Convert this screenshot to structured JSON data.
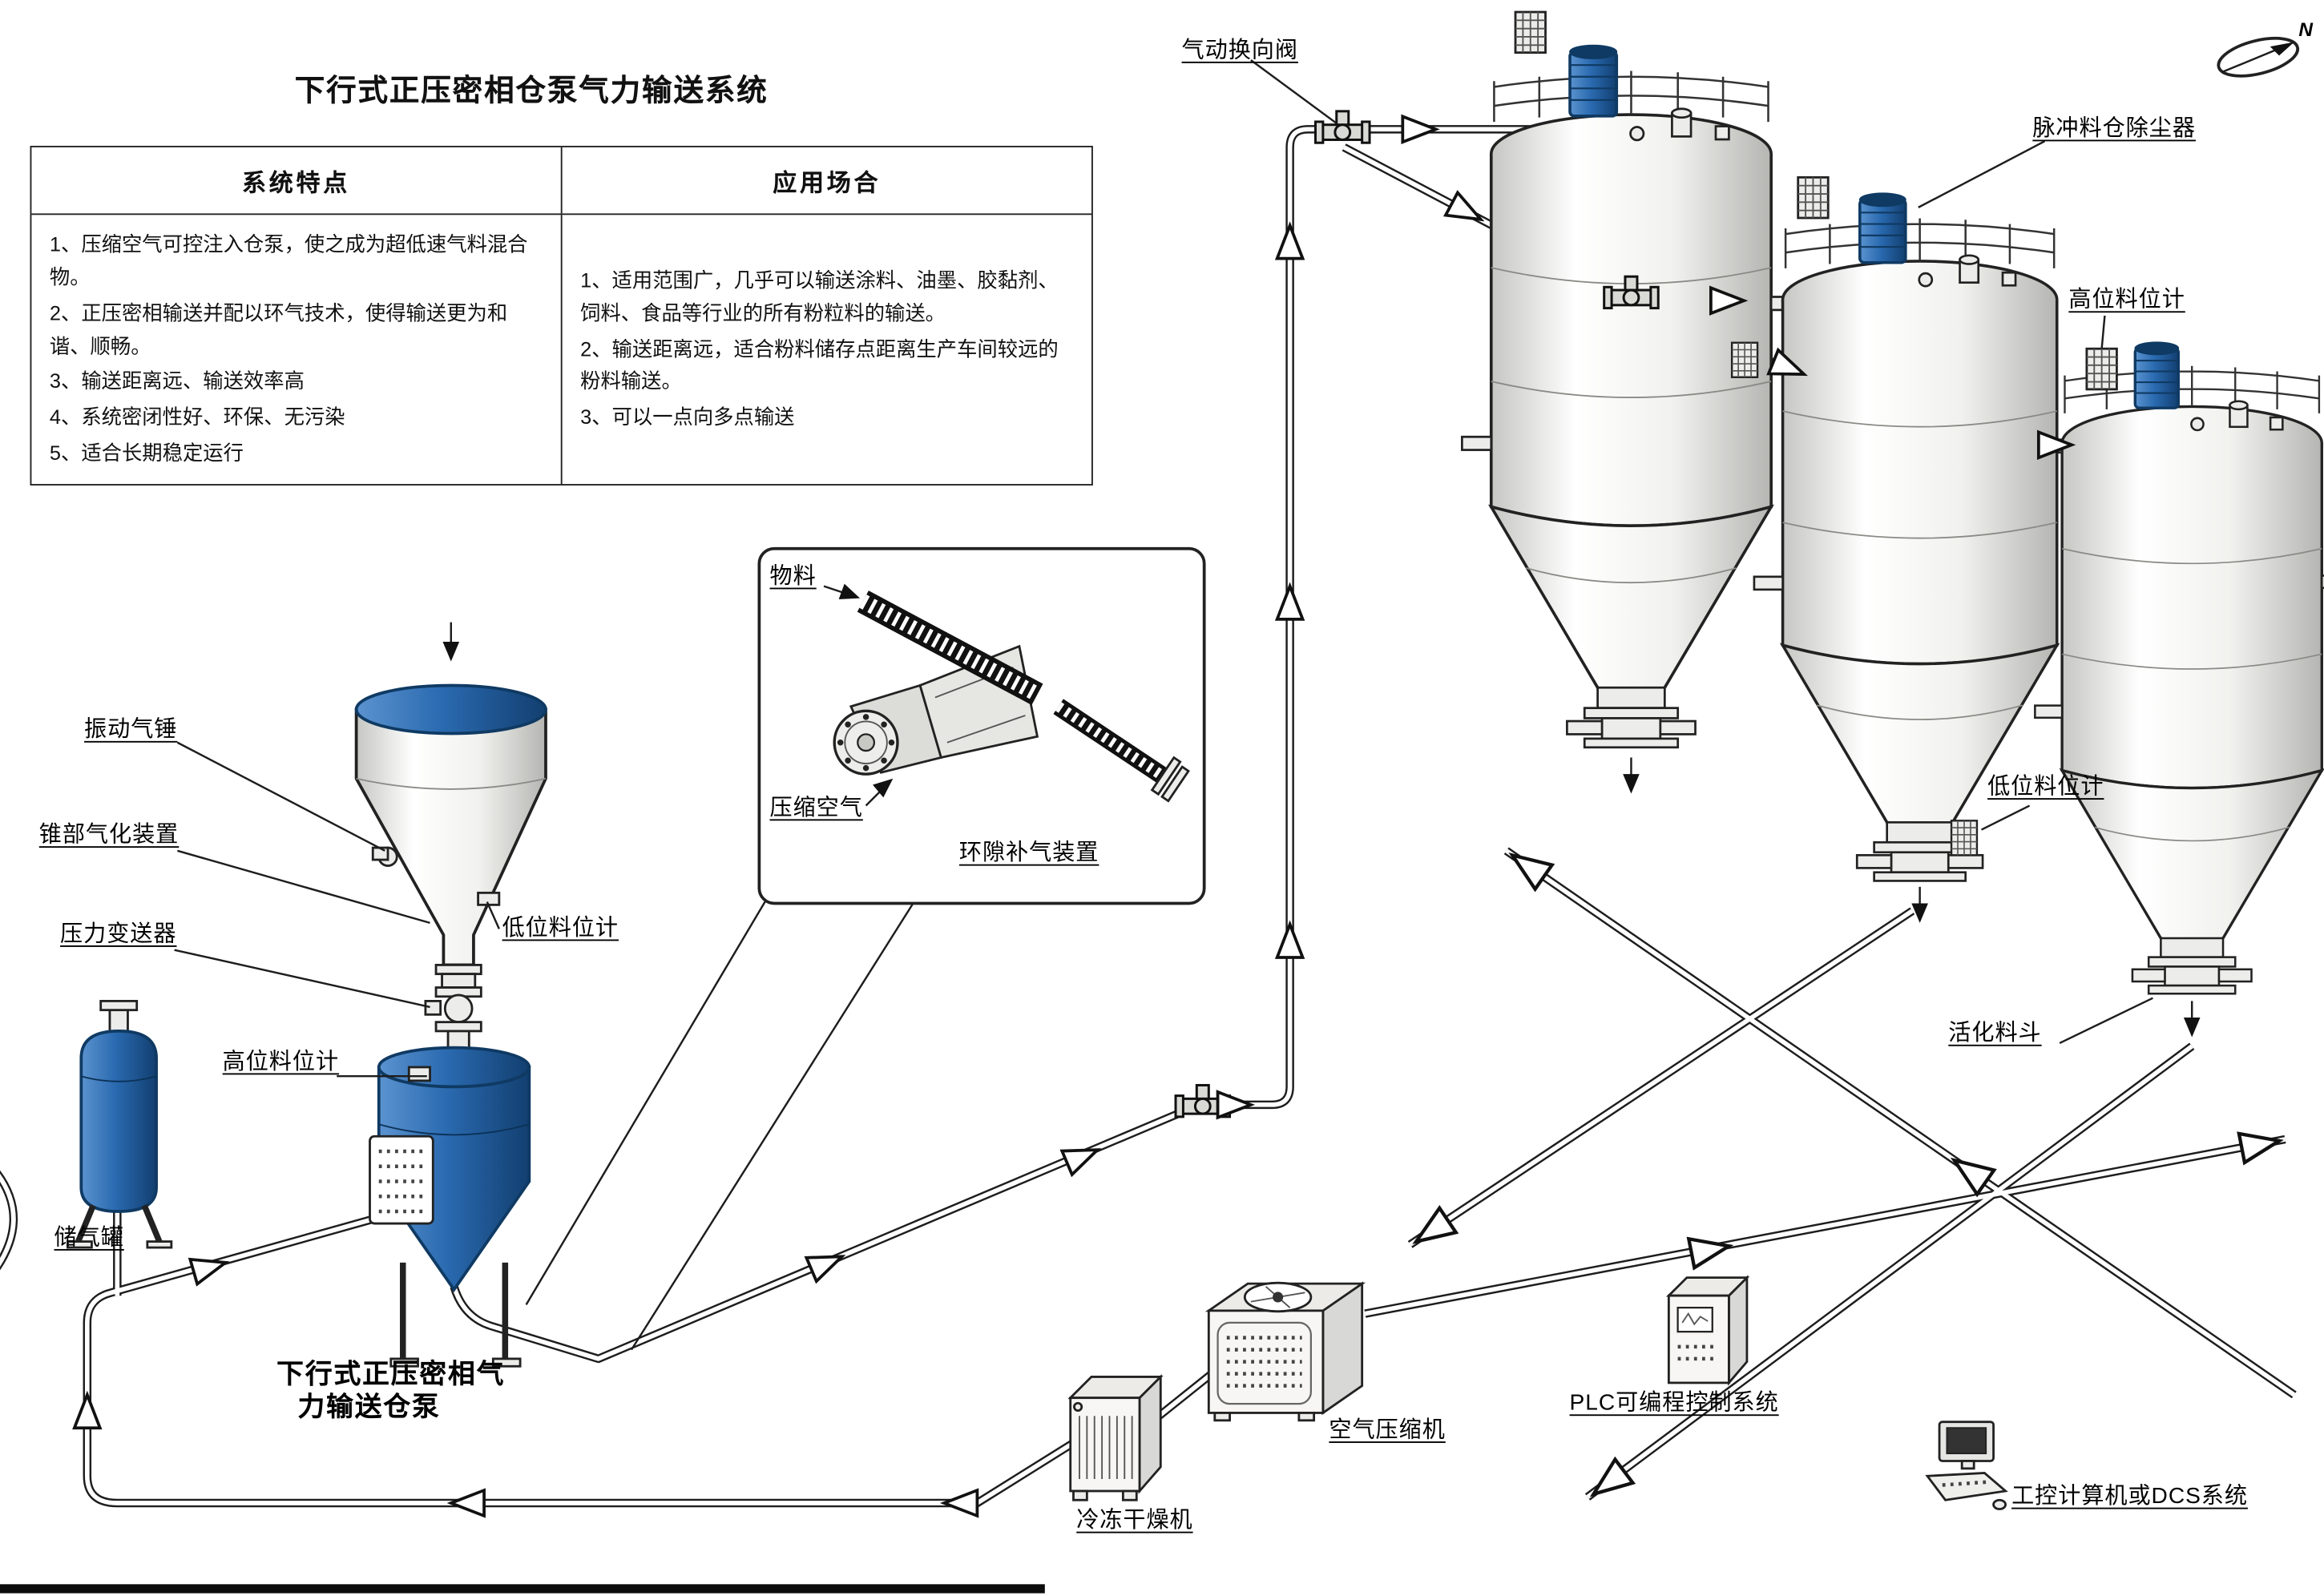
{
  "title": "下行式正压密相仓泵气力输送系统",
  "compass": {
    "north": "N"
  },
  "info_table": {
    "col1_header": "系统特点",
    "col2_header": "应用场合",
    "col1_items": [
      "1、压缩空气可控注入仓泵，使之成为超低速气料混合物。",
      "2、正压密相输送并配以环气技术，使得输送更为和谐、顺畅。",
      "3、输送距离远、输送效率高",
      "4、系统密闭性好、环保、无污染",
      "5、适合长期稳定运行"
    ],
    "col2_items": [
      "1、适用范围广，几乎可以输送涂料、油墨、胶黏剂、饲料、食品等行业的所有粉粒料的输送。",
      "2、输送距离远，适合粉料储存点距离生产车间较远的粉料输送。",
      "3、可以一点向多点输送"
    ]
  },
  "labels": {
    "diverter_valve": "气动换向阀",
    "pulse_dust_collector": "脉冲料仓除尘器",
    "high_level_gauge_right": "高位料位计",
    "low_level_gauge_right": "低位料位计",
    "activated_hopper": "活化料斗",
    "vibrating_air_hammer": "振动气锤",
    "cone_aeration_device": "锥部气化装置",
    "pressure_transmitter": "压力变送器",
    "high_level_gauge_left": "高位料位计",
    "low_level_gauge_left": "低位料位计",
    "air_receiver_tank": "储气罐",
    "material": "物料",
    "compressed_air": "压缩空气",
    "annular_air_device": "环隙补气装置",
    "pump_name_line1": "下行式正压密相气",
    "pump_name_line2": "力输送仓泵",
    "freeze_dryer": "冷冻干燥机",
    "air_compressor": "空气压缩机",
    "plc_system": "PLC可编程控制系统",
    "industrial_computer": "工控计算机或DCS系统"
  },
  "colors": {
    "equipment_blue": "#1f5c9e",
    "line_color": "#1d1d1d",
    "background": "#ffffff"
  }
}
